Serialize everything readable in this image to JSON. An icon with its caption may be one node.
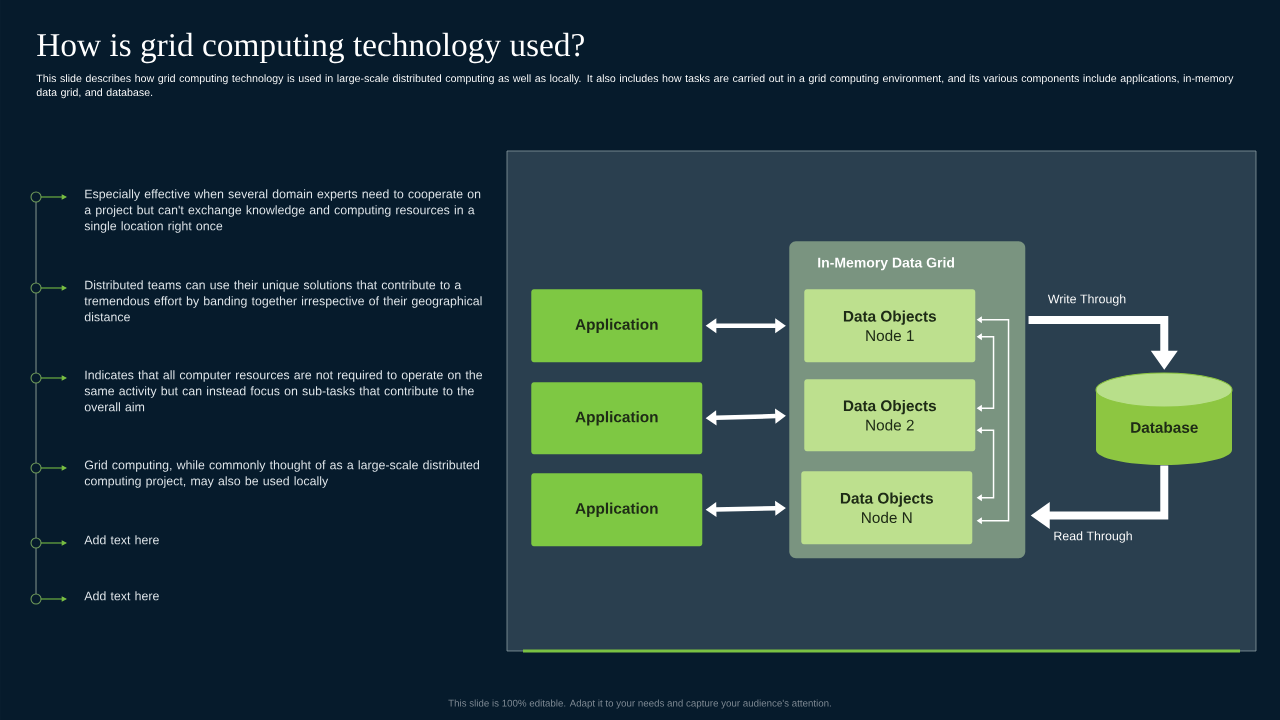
{
  "diagram": {
    "title": "How is grid computing technology used?",
    "nodes": [
      {
        "text": [
          "In-Memory Data Grid"
        ]
      },
      {
        "text": [
          "Data Objects",
          "Node 1"
        ],
        "in": 0
      },
      {
        "text": [
          "Data Objects",
          "Node 2"
        ],
        "in": 0
      },
      {
        "text": [
          "Data Objects",
          "Node N"
        ],
        "in": 0
      },
      {
        "text": [
          "Application"
        ]
      },
      {
        "text": [
          "Application"
        ]
      },
      {
        "text": [
          "Application"
        ]
      },
      {
        "text": [
          "Database"
        ]
      }
    ],
    "edges": [
      {
        "from": 4,
        "to": 1,
        "arrow": "both"
      },
      {
        "from": 5,
        "to": 2,
        "arrow": "both"
      },
      {
        "from": 6,
        "to": 3,
        "arrow": "both"
      },
      {
        "from": 1,
        "to": 3,
        "arrow": "both"
      },
      {
        "from": 1,
        "to": 2,
        "arrow": "both"
      },
      {
        "from": 2,
        "to": 3,
        "arrow": "both"
      },
      {
        "from": 0,
        "to": 7,
        "arrow": "to",
        "label": "Write Through"
      },
      {
        "from": 7,
        "to": 0,
        "arrow": "to",
        "label": "Read Through"
      }
    ],
    "labels": [
      "This slide describes how grid computing technology is used in large-scale distributed computing as well as locally. It also includes how tasks are carried out in a grid computing environment, and its various components include applications, in-memory data grid, and database.",
      "Especially effective when several domain experts need to cooperate on a project but can't exchange knowledge and computing resources in a single location right once",
      "Distributed teams can use their unique solutions that contribute to a tremendous effort by banding together irrespective of their geographical distance",
      "Indicates that all computer resources are not required to operate on the same activity but can instead focus on sub-tasks that contribute to the overall aim",
      "Grid computing, while commonly thought of as a large-scale distributed computing project, may also be used locally",
      "Add text here",
      "Add text here",
      "This slide is 100% editable. Adapt it to your needs and capture your audience's attention."
    ]
  }
}
